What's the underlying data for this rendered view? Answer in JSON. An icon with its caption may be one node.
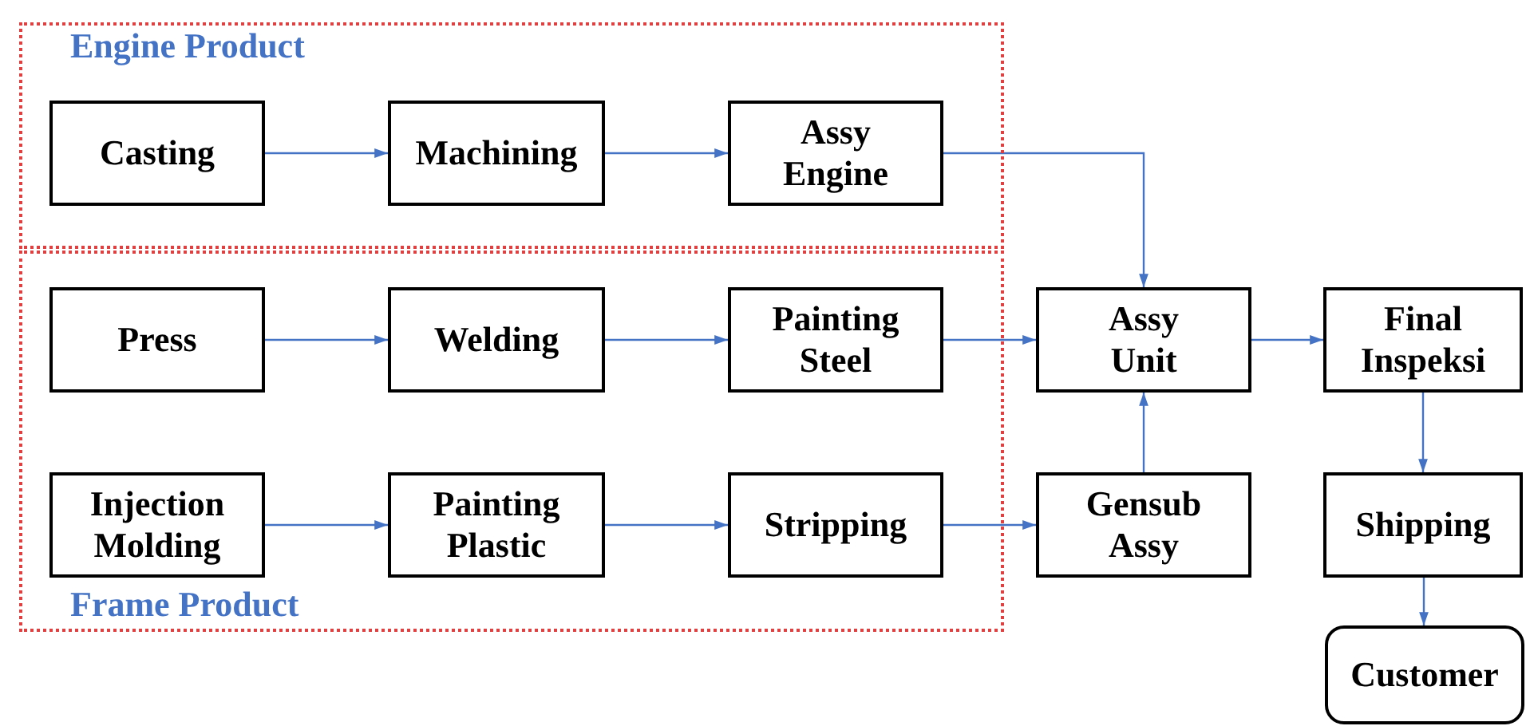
{
  "diagram": {
    "nodes": [
      {
        "text": [
          "Engine Product"
        ]
      },
      {
        "text": [
          "Casting"
        ],
        "in": 0
      },
      {
        "text": [
          "Machining"
        ],
        "in": 0
      },
      {
        "text": [
          "Assy Engine"
        ],
        "in": 0
      },
      {
        "text": [
          "Frame Product"
        ]
      },
      {
        "text": [
          "Press"
        ],
        "in": 4
      },
      {
        "text": [
          "Welding"
        ],
        "in": 4
      },
      {
        "text": [
          "Painting Steel"
        ],
        "in": 4
      },
      {
        "text": [
          "Injection Molding"
        ],
        "in": 4
      },
      {
        "text": [
          "Painting Plastic"
        ],
        "in": 4
      },
      {
        "text": [
          "Stripping"
        ],
        "in": 4
      },
      {
        "text": [
          "Assy Unit"
        ]
      },
      {
        "text": [
          "Final Inspeksi"
        ]
      },
      {
        "text": [
          "Gensub Assy"
        ]
      },
      {
        "text": [
          "Shipping"
        ]
      },
      {
        "text": [
          "Customer"
        ]
      }
    ],
    "edges": [
      {
        "from": 1,
        "to": 2,
        "arrow": "to"
      },
      {
        "from": 2,
        "to": 3,
        "arrow": "to"
      },
      {
        "from": 3,
        "to": 11,
        "arrow": "to"
      },
      {
        "from": 5,
        "to": 6,
        "arrow": "to"
      },
      {
        "from": 6,
        "to": 7,
        "arrow": "to"
      },
      {
        "from": 7,
        "to": 11,
        "arrow": "to"
      },
      {
        "from": 8,
        "to": 9,
        "arrow": "to"
      },
      {
        "from": 9,
        "to": 10,
        "arrow": "to"
      },
      {
        "from": 10,
        "to": 13,
        "arrow": "to"
      },
      {
        "from": 13,
        "to": 11,
        "arrow": "to"
      },
      {
        "from": 11,
        "to": 12,
        "arrow": "to"
      },
      {
        "from": 12,
        "to": 14,
        "arrow": "to"
      },
      {
        "from": 14,
        "to": 15,
        "arrow": "to"
      }
    ]
  }
}
